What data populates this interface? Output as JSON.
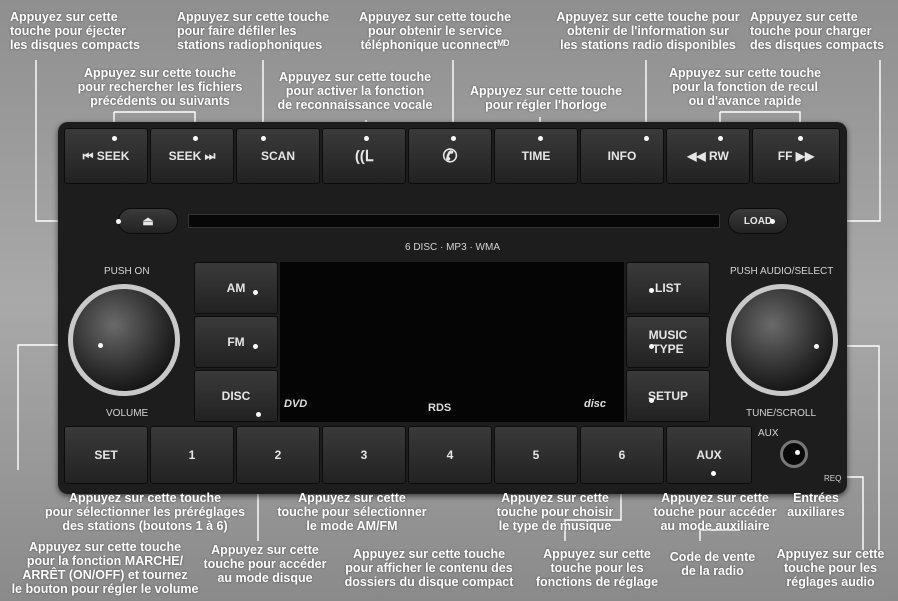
{
  "callouts": {
    "eject": "Appuyez sur cette\ntouche pour éjecter\nles disques compacts",
    "scan": "Appuyez sur cette touche\npour faire  défiler les\nstations radiophoniques",
    "phone": "Appuyez sur cette touche\npour obtenir le service\ntéléphonique uconnectᴹᴰ",
    "info": "Appuyez sur cette touche pour\nobtenir de l'information sur\nles stations radio disponibles",
    "load": "Appuyez sur cette\ntouche pour charger\ndes disques compacts",
    "seek": "Appuyez sur cette touche\npour rechercher les fichiers\nprécédents ou suivants",
    "voice": "Appuyez sur cette touche\npour activer la fonction\nde reconnaissance vocale",
    "time": "Appuyez sur cette touche\npour régler l'horloge",
    "rw_ff": "Appuyez sur cette touche\npour la fonction de recul\nou d'avance rapide",
    "presets": "Appuyez sur cette touche\npour sélectionner les préréglages\ndes stations (boutons 1 à 6)",
    "amfm": "Appuyez sur cette\ntouche pour sélectionner\nle mode AM/FM",
    "music_type": "Appuyez sur cette\ntouche pour choisir\nle type de musique",
    "aux_btn": "Appuyez sur cette\ntouche pour accéder\nau mode auxiliaire",
    "aux_in": "Entrées\nauxiliares",
    "power": "Appuyez sur cette touche\npour la fonction MARCHE/\nARRÊT (ON/OFF) et tournez\nle bouton pour régler le volume",
    "disc": "Appuyez sur cette\ntouche pour accéder\nau mode disque",
    "list": "Appuyez sur cette touche\npour afficher le contenu des\ndossiers du disque compact",
    "setup": "Appuyez sur cette\ntouche pour les\nfonctions de réglage",
    "code": "Code de vente\nde la radio",
    "audio": "Appuyez sur cette\ntouche pour les\nréglages audio"
  },
  "radio": {
    "top_buttons": [
      "SEEK",
      "SEEK",
      "SCAN",
      "",
      "",
      "TIME",
      "INFO",
      "RW",
      "FF"
    ],
    "load_label": "LOAD",
    "disc_info": "6 DISC · MP3 · WMA",
    "push_on": "PUSH ON",
    "volume": "VOLUME",
    "push_audio": "PUSH AUDIO/SELECT",
    "tune_scroll": "TUNE/SCROLL",
    "left_buttons": [
      "AM",
      "FM",
      "DISC"
    ],
    "right_buttons": [
      "LIST",
      "MUSIC\nTYPE",
      "SETUP"
    ],
    "preset_row": [
      "SET",
      "1",
      "2",
      "3",
      "4",
      "5",
      "6",
      "AUX"
    ],
    "aux_label": "AUX",
    "req_label": "REQ",
    "dvd_logo": "DVD",
    "rds_logo": "RDS",
    "disc_logo": "disc"
  }
}
